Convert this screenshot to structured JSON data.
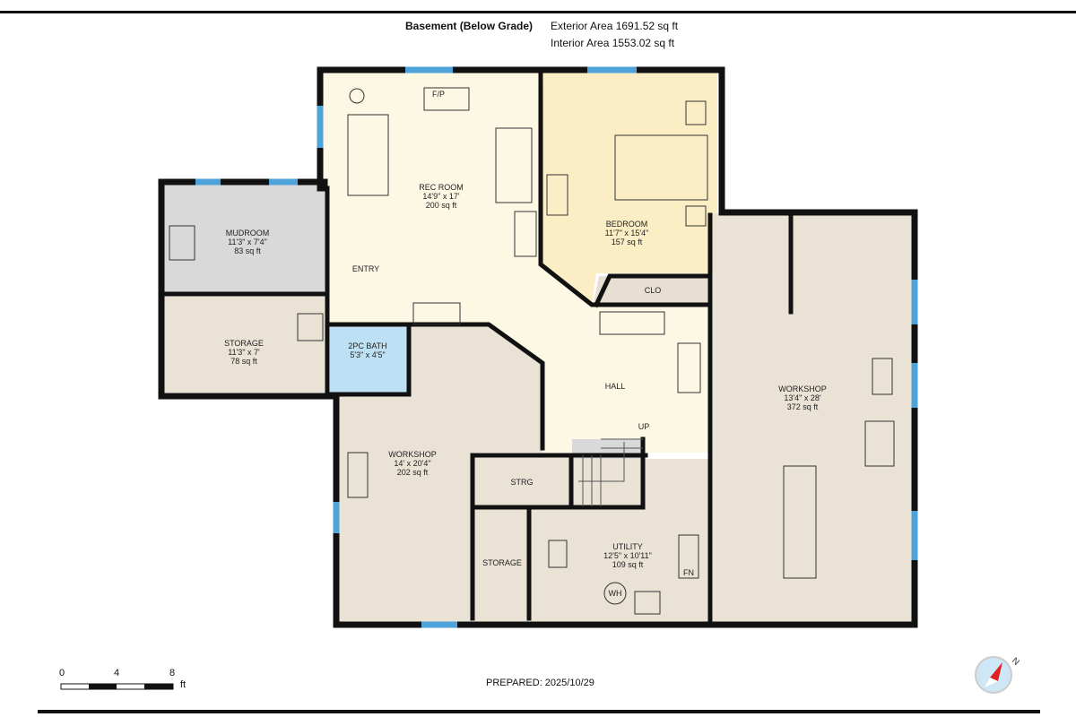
{
  "header": {
    "level": "Basement (Below Grade)",
    "exterior_area": "Exterior Area 1691.52 sq ft",
    "interior_area": "Interior Area 1553.02 sq ft"
  },
  "rooms": {
    "rec_room": {
      "name": "REC ROOM",
      "dims": "14'9\" x 17'",
      "area": "200 sq ft"
    },
    "bedroom": {
      "name": "BEDROOM",
      "dims": "11'7\" x 15'4\"",
      "area": "157 sq ft"
    },
    "mudroom": {
      "name": "MUDROOM",
      "dims": "11'3\" x 7'4\"",
      "area": "83 sq ft"
    },
    "storage_west": {
      "name": "STORAGE",
      "dims": "11'3\" x 7'",
      "area": "78 sq ft"
    },
    "bath": {
      "name": "2PC BATH",
      "dims": "5'3\" x 4'5\""
    },
    "workshop_center": {
      "name": "WORKSHOP",
      "dims": "14' x 20'4\"",
      "area": "202 sq ft"
    },
    "workshop_east": {
      "name": "WORKSHOP",
      "dims": "13'4\" x 28'",
      "area": "372 sq ft"
    },
    "utility": {
      "name": "UTILITY",
      "dims": "12'5\" x 10'11\"",
      "area": "109 sq ft"
    },
    "entry": {
      "name": "ENTRY"
    },
    "clo": {
      "name": "CLO"
    },
    "hall": {
      "name": "HALL"
    },
    "up": {
      "name": "UP"
    },
    "strg": {
      "name": "STRG"
    },
    "storage_south": {
      "name": "STORAGE"
    },
    "fp": {
      "name": "F/P"
    },
    "fn": {
      "name": "FN"
    },
    "wh": {
      "name": "WH"
    }
  },
  "scale": {
    "ticks": [
      "0",
      "4",
      "8"
    ],
    "unit": "ft"
  },
  "prepared": "PREPARED: 2025/10/29",
  "compass": {
    "label": "N",
    "color": "#e02020"
  },
  "colors": {
    "living": "#fdf8e4",
    "bedroom": "#fbeec4",
    "mudroom": "#d9d9d9",
    "bath": "#bde0f5",
    "unfinished": "#e9e2d5",
    "window": "#4ea3db"
  }
}
